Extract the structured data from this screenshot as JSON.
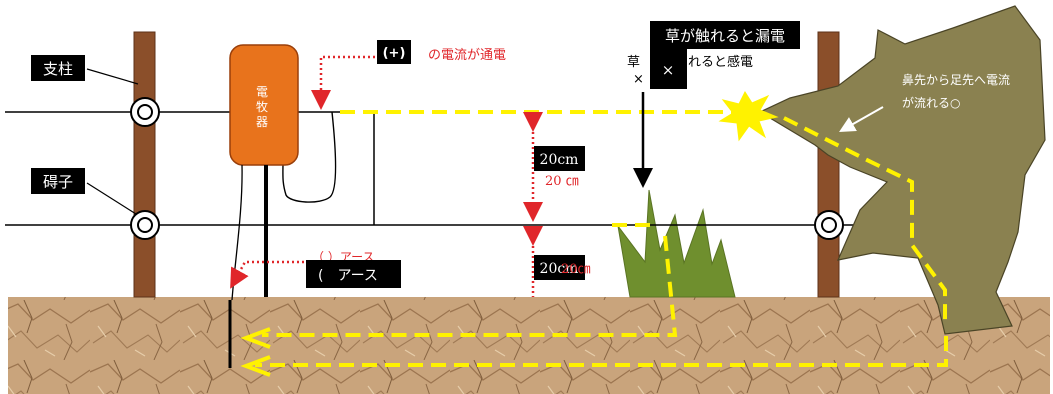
{
  "labels": {
    "post": "支柱",
    "insulator": "碍子",
    "energizer": [
      "電",
      "牧",
      "器"
    ],
    "plus_box": "(+)",
    "plus_faded": "(+)",
    "plus_current": "の電流が通電",
    "grass_box_line1": "草が触れると漏電",
    "grass_box_line2": "×",
    "grass_behind_line1": "草",
    "grass_behind_line2": "れると感電",
    "grass_behind_line3": "×",
    "animal_current_line1": "鼻先から足先へ電流",
    "animal_current_line2": "が流れる○",
    "height_box_upper": "20cm",
    "height_red_upper": "20 ㎝",
    "height_box_lower": "20cm",
    "height_red_lower": "20㎝",
    "earth_faded": "（ ）アース",
    "earth_box": "(　アース"
  },
  "colors": {
    "post": "#8B4F2A",
    "energizer": "#E8731C",
    "energized_wire": "#FFF200",
    "red_label": "#E0262A",
    "animal": "#8C8450",
    "grass": "#6B8E2A",
    "soil": "#C8A27A",
    "label_box": "#000000"
  }
}
